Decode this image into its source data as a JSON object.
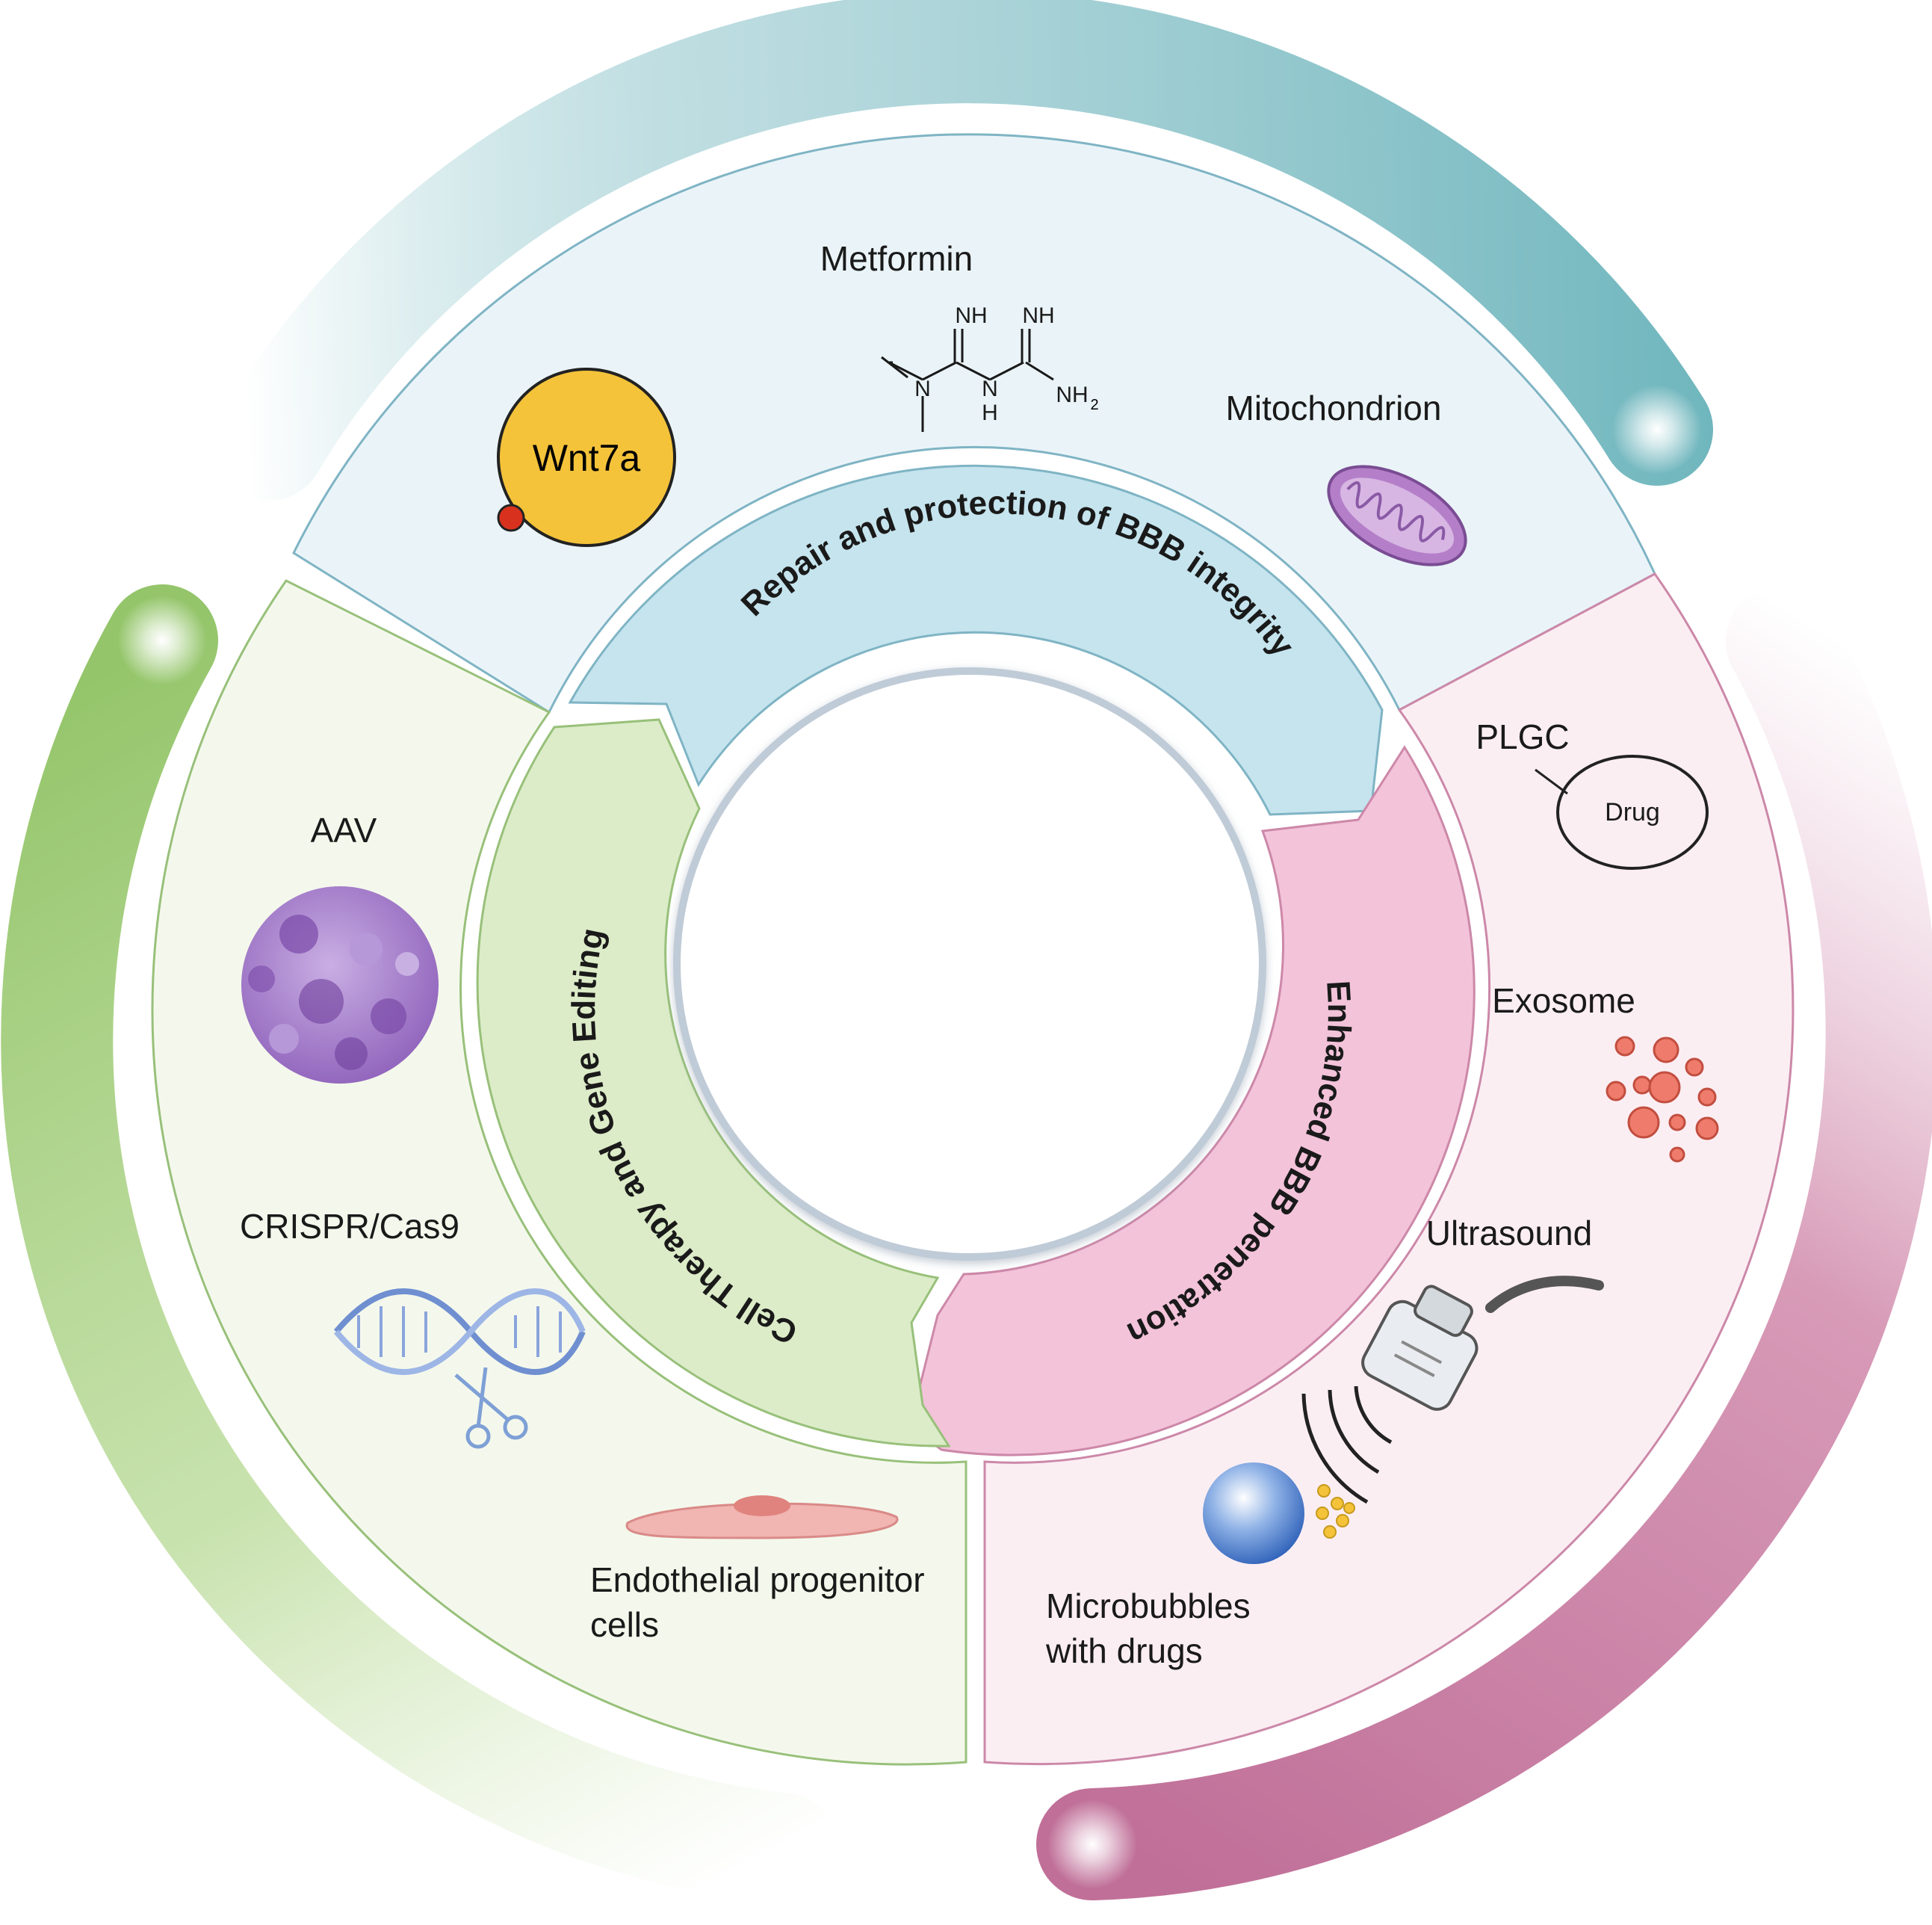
{
  "center_ring": {
    "repair": "Repair and protection of BBB integrity",
    "penetration": "Enhanced BBB penetration",
    "cell": "Cell Therapy and Gene Editing"
  },
  "top_panel": {
    "metformin": "Metformin",
    "wnt7a": "Wnt7a",
    "mitochondrion": "Mitochondrion",
    "chem": {
      "nh1": "NH",
      "nh2": "NH",
      "n": "N",
      "nh_bottom": "N",
      "h": "H",
      "nh2_group": "NH",
      "sub2": "2"
    }
  },
  "left_panel": {
    "aav": "AAV",
    "crispr": "CRISPR/Cas9",
    "epc_line1": "Endothelial progenitor",
    "epc_line2": "cells"
  },
  "right_panel": {
    "plgc": "PLGC",
    "drug": "Drug",
    "exosome": "Exosome",
    "ultrasound": "Ultrasound",
    "micro_line1": "Microbubbles",
    "micro_line2": "with drugs"
  },
  "colors": {
    "teal": "#6fb6bd",
    "green": "#9cc873",
    "magenta": "#c6739b",
    "top_bg": "#eaf4f8",
    "left_bg": "#f4f8ec",
    "right_bg": "#fbeef3",
    "blue_band": "#c5e4ee",
    "green_band": "#dcecc8",
    "pink_band": "#f3c3da"
  }
}
